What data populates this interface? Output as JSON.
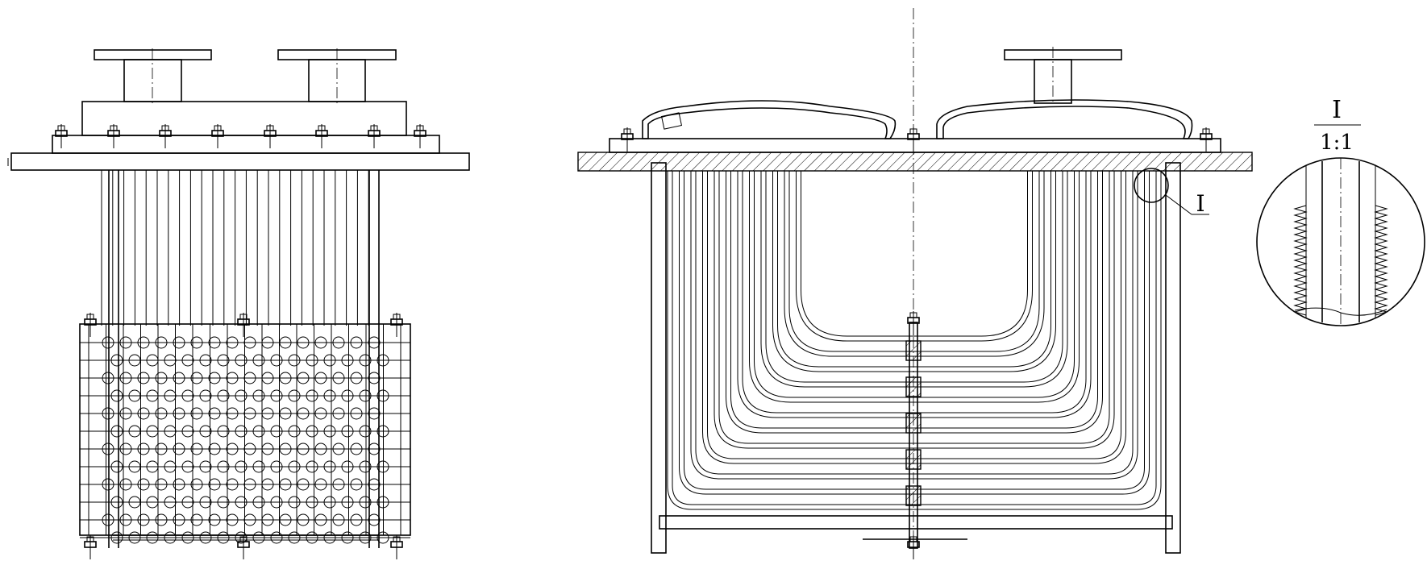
{
  "labels": {
    "detail_marker": "I",
    "detail_title": "I",
    "detail_scale": "1:1"
  }
}
